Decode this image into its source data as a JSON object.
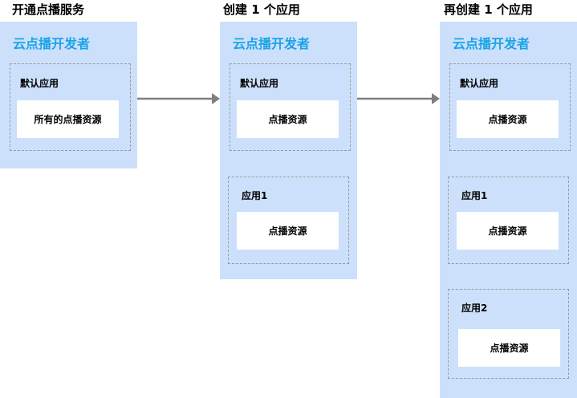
{
  "stages": [
    {
      "title": "开通点播服务",
      "panel_title": "云点播开发者",
      "groups": [
        {
          "label": "默认应用",
          "resource": "所有的点播资源"
        }
      ]
    },
    {
      "title": "创建 1 个应用",
      "panel_title": "云点播开发者",
      "groups": [
        {
          "label": "默认应用",
          "resource": "点播资源"
        },
        {
          "label": "应用1",
          "resource": "点播资源"
        }
      ]
    },
    {
      "title": "再创建 1 个应用",
      "panel_title": "云点播开发者",
      "groups": [
        {
          "label": "默认应用",
          "resource": "点播资源"
        },
        {
          "label": "应用1",
          "resource": "点播资源"
        },
        {
          "label": "应用2",
          "resource": "点播资源"
        }
      ]
    }
  ],
  "colors": {
    "panel_bg": "#cce0fb",
    "panel_title": "#1aa3e8",
    "group_border": "#9a9a9a",
    "arrow": "#7f7f7f"
  }
}
